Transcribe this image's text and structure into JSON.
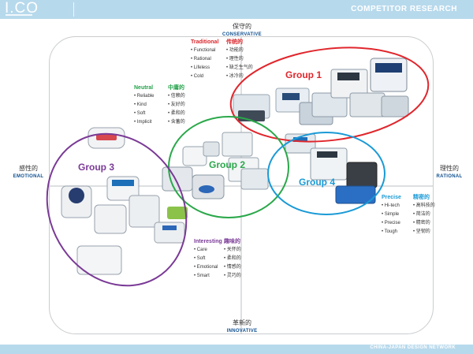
{
  "header": {
    "logo": "I.CO",
    "report_title": "COMPETITOR RESEARCH"
  },
  "footer": {
    "network": "CHINA-JAPAN DESIGN NETWORK"
  },
  "axes": {
    "top": {
      "cn": "保守的",
      "en": "CONSERVATIVE"
    },
    "bottom": {
      "cn": "革新的",
      "en": "INNOVATIVE"
    },
    "left": {
      "cn": "感性的",
      "en": "EMOTIONAL"
    },
    "right": {
      "cn": "理性的",
      "en": "RATIONAL"
    }
  },
  "quadrants": {
    "traditional": {
      "title_en": "Traditional",
      "title_cn": "传统的",
      "color": "#d8262c",
      "items_en": [
        "Functional",
        "Rational",
        "Lifeless",
        "Cold"
      ],
      "items_cn": [
        "功能的",
        "理性的",
        "缺乏生气的",
        "冰冷的"
      ]
    },
    "neutral": {
      "title_en": "Neutral",
      "title_cn": "中庸的",
      "color": "#24a24a",
      "items_en": [
        "Reliable",
        "Kind",
        "Soft",
        "Implicit"
      ],
      "items_cn": [
        "信赖的",
        "友好的",
        "柔和的",
        "含蓄的"
      ]
    },
    "interesting": {
      "title_en": "Interesting",
      "title_cn": "趣味的",
      "color": "#7a3a96",
      "items_en": [
        "Care",
        "Soft",
        "Emotional",
        "Smart"
      ],
      "items_cn": [
        "关怀的",
        "柔和的",
        "情感的",
        "灵巧的"
      ]
    },
    "precise": {
      "title_en": "Precise",
      "title_cn": "精密的",
      "color": "#1a9ad6",
      "items_en": [
        "Hi-tech",
        "Simple",
        "Precise",
        "Tough"
      ],
      "items_cn": [
        "高科技的",
        "简洁的",
        "精密的",
        "坚韧的"
      ]
    }
  },
  "groups": [
    {
      "label": "Group 1",
      "color": "#e0262c"
    },
    {
      "label": "Group 2",
      "color": "#2aa84a"
    },
    {
      "label": "Group 3",
      "color": "#7a3a96"
    },
    {
      "label": "Group 4",
      "color": "#1a9ad6"
    }
  ]
}
